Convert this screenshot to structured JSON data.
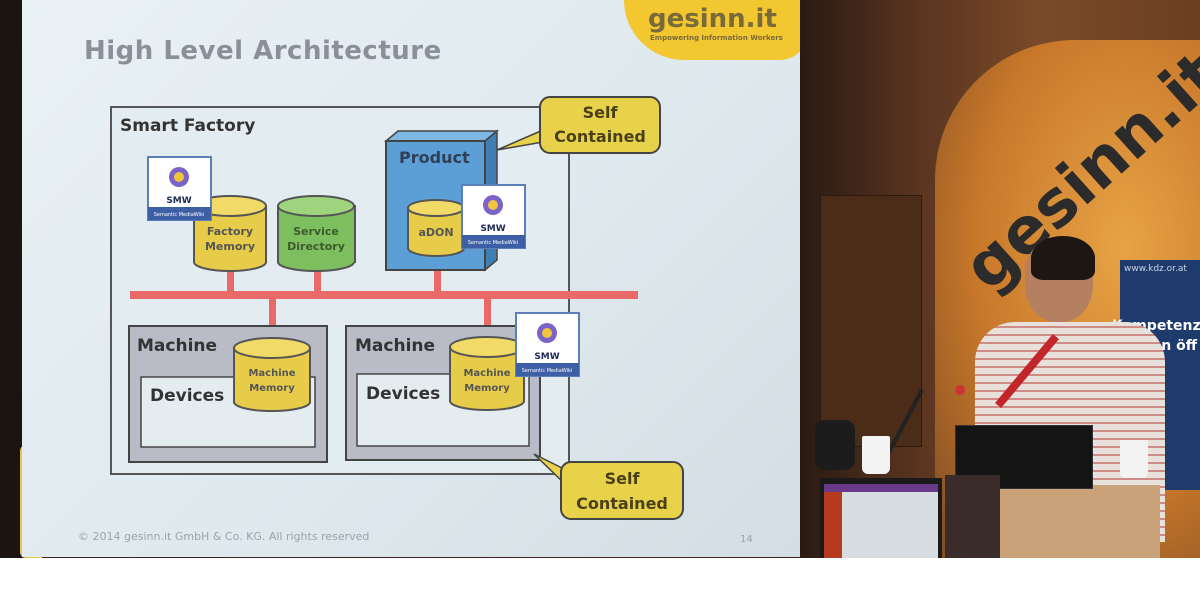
{
  "slide": {
    "title": "High Level Architecture",
    "brand_name": "gesinn.it",
    "brand_tagline": "Empowering Information Workers",
    "footer": "© 2014 gesinn.it GmbH & Co. KG. All rights reserved",
    "page_number": "14"
  },
  "diagram": {
    "container_label": "Smart Factory",
    "factory_memory_line1": "Factory",
    "factory_memory_line2": "Memory",
    "service_directory_line1": "Service",
    "service_directory_line2": "Directory",
    "product_label": "Product",
    "adon_label": "aDON",
    "machine1_label": "Machine",
    "machine2_label": "Machine",
    "devices1_label": "Devices",
    "devices2_label": "Devices",
    "machine_memory1_line1": "Machine",
    "machine_memory1_line2": "Memory",
    "machine_memory2_line1": "Machine",
    "machine_memory2_line2": "Memory",
    "callout_top_line1": "Self",
    "callout_top_line2": "Contained",
    "callout_bottom_line1": "Self",
    "callout_bottom_line2": "Contained",
    "smw_label": "SMW",
    "smw_caption": "Semantic MediaWiki"
  },
  "room": {
    "banner_text": "gesinn.it",
    "panel_url": "www.kdz.or.at",
    "panel_line1": "Kompetenz",
    "panel_line2": "r den öff"
  },
  "colors": {
    "cylinder_yellow": "#e7cc4a",
    "cylinder_green": "#7dbf5e",
    "bus_red": "#ea6a6a",
    "product_blue": "#5c9fd6",
    "callout_yellow": "#e8d24a",
    "brand_yellow": "#f3c730"
  },
  "icons": [
    "smw-logo-icon",
    "smw-logo-icon",
    "smw-logo-icon"
  ]
}
